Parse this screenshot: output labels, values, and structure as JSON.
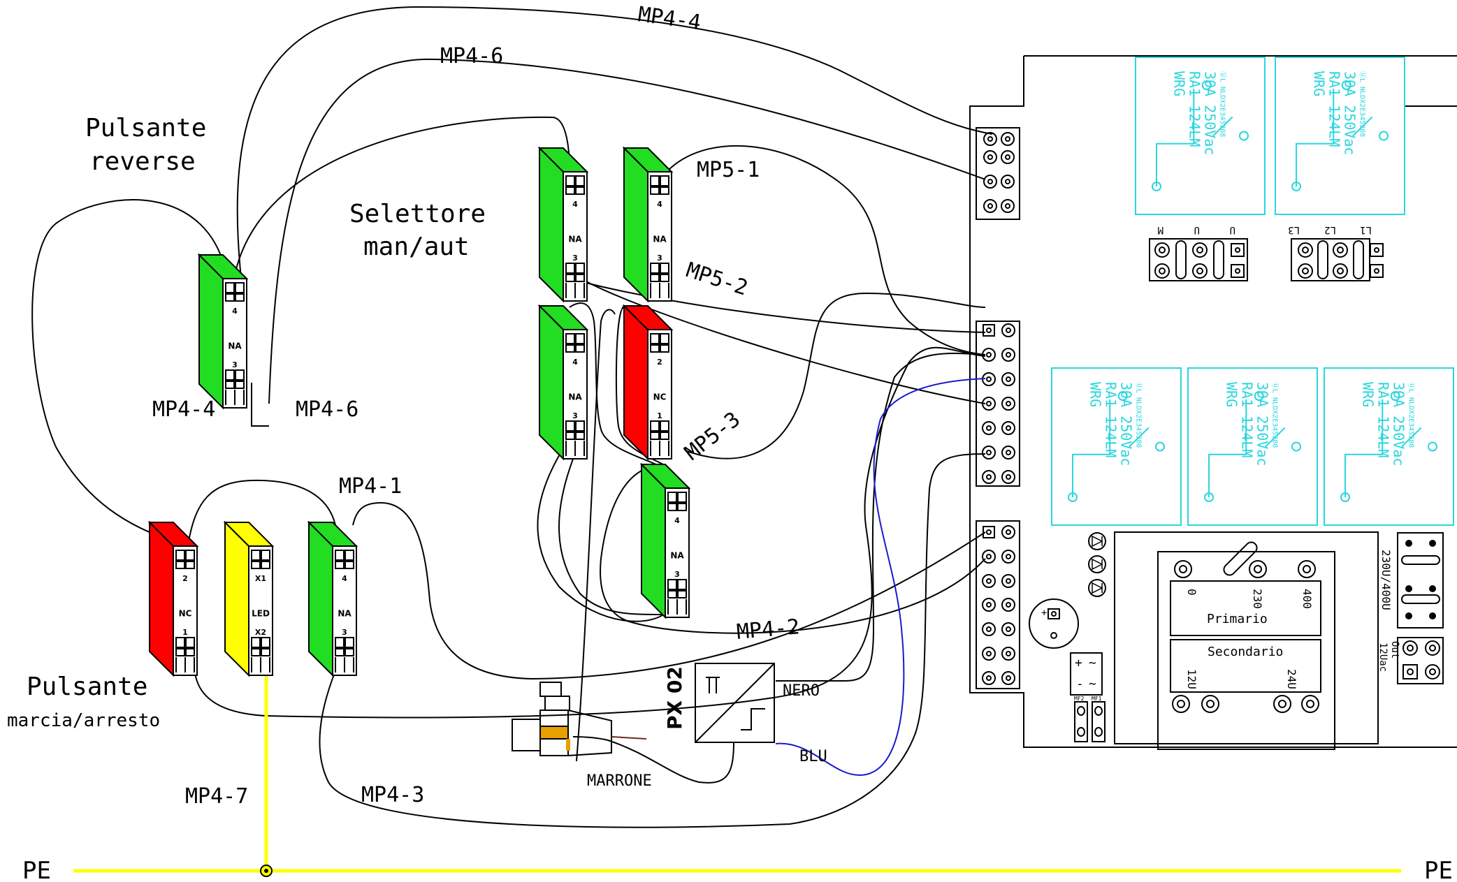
{
  "diagram": {
    "groups": {
      "pulsante_reverse": [
        "Pulsante",
        "reverse"
      ],
      "selettore": [
        "Selettore",
        "man/aut"
      ],
      "pulsante_marcia": [
        "Pulsante",
        "marcia/arresto"
      ]
    },
    "wire_labels": {
      "mp4_4_top": "MP4-4",
      "mp4_6_top": "MP4-6",
      "mp5_1": "MP5-1",
      "mp5_2": "MP5-2",
      "mp5_3": "MP5-3",
      "mp4_4_left": "MP4-4",
      "mp4_6_left": "MP4-6",
      "mp4_1": "MP4-1",
      "mp4_2": "MP4-2",
      "mp4_3": "MP4-3",
      "mp4_7": "MP4-7",
      "pe_left": "PE",
      "pe_right": "PE"
    },
    "sensor": {
      "name": "PX 02",
      "nero": "NERO",
      "blu": "BLU",
      "marrone": "MARRONE"
    },
    "modules": [
      {
        "id": "rev_na",
        "color": "#22dd22",
        "top": "4",
        "type": "NA",
        "bottom": "3"
      },
      {
        "id": "sel_na_a",
        "color": "#22dd22",
        "top": "4",
        "type": "NA",
        "bottom": "3"
      },
      {
        "id": "sel_na_b",
        "color": "#22dd22",
        "top": "4",
        "type": "NA",
        "bottom": "3"
      },
      {
        "id": "sel_na_c",
        "color": "#22dd22",
        "top": "4",
        "type": "NA",
        "bottom": "3"
      },
      {
        "id": "sel_nc",
        "color": "#ff0000",
        "top": "2",
        "type": "NC",
        "bottom": "1"
      },
      {
        "id": "sel_na_d",
        "color": "#22dd22",
        "top": "4",
        "type": "NA",
        "bottom": "3"
      },
      {
        "id": "mar_nc",
        "color": "#ff0000",
        "top": "2",
        "type": "NC",
        "bottom": "1"
      },
      {
        "id": "mar_led",
        "color": "#ffff00",
        "top": "X1",
        "type": "LED",
        "bottom": "X2"
      },
      {
        "id": "mar_na",
        "color": "#22dd22",
        "top": "4",
        "type": "NA",
        "bottom": "3"
      }
    ],
    "relay": {
      "brand": "WRG",
      "model": "RA1-124LM",
      "rating": "30A 250Vac",
      "cert": "ⓊL NLDX2E345208"
    },
    "terminals_upper": [
      "M",
      "U",
      "U"
    ],
    "terminals_right": [
      "L3",
      "L2",
      "L1"
    ],
    "transformer": {
      "primario": "Primario",
      "secondario": "Secondario",
      "p0": "0",
      "p230": "230",
      "p400": "400",
      "s12": "12U",
      "s24": "24U",
      "vsel": "230U/400U",
      "out_a": "Out",
      "out_b": "12Uac"
    },
    "fuses": [
      "MF2",
      "MF1"
    ],
    "bridge": [
      "+",
      "~",
      "-",
      "~"
    ],
    "colors": {
      "green": "#22dd22",
      "red": "#ff0000",
      "yellow": "#ffff00",
      "cyan": "#2ad6dc",
      "blue": "#1a1acc",
      "brown": "#6b2a1a",
      "orange": "#e8a000"
    }
  }
}
